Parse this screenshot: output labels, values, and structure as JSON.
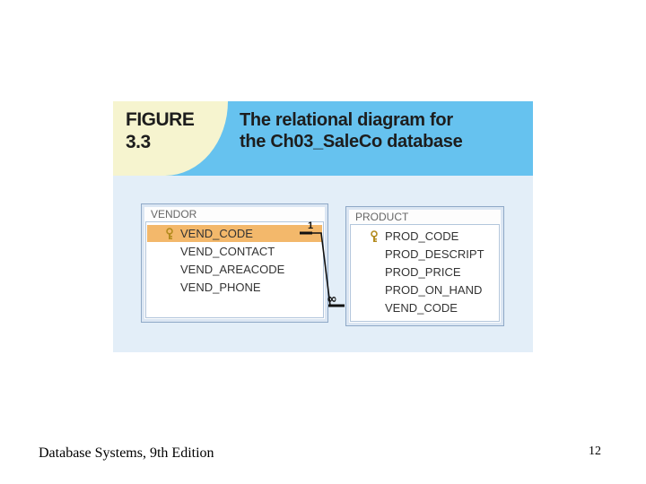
{
  "figure": {
    "label_line1": "FIGURE",
    "label_line2": "3.3",
    "title_line1": "The relational diagram for",
    "title_line2": "the Ch03_SaleCo database"
  },
  "vendor_table": {
    "name": "VENDOR",
    "fields": [
      "VEND_CODE",
      "VEND_CONTACT",
      "VEND_AREACODE",
      "VEND_PHONE"
    ],
    "primary_key": "VEND_CODE"
  },
  "product_table": {
    "name": "PRODUCT",
    "fields": [
      "PROD_CODE",
      "PROD_DESCRIPT",
      "PROD_PRICE",
      "PROD_ON_HAND",
      "VEND_CODE"
    ],
    "primary_key": "PROD_CODE"
  },
  "relationship": {
    "one_side": "1",
    "many_side": "∞"
  },
  "footer": {
    "book": "Database Systems, 9th Edition",
    "page": "12"
  },
  "colors": {
    "header_blue": "#66c2ef",
    "label_cream": "#f6f4cf",
    "background": "#e3eef8",
    "selected_row": "#f3b86b",
    "key_gold": "#c9a13a"
  }
}
